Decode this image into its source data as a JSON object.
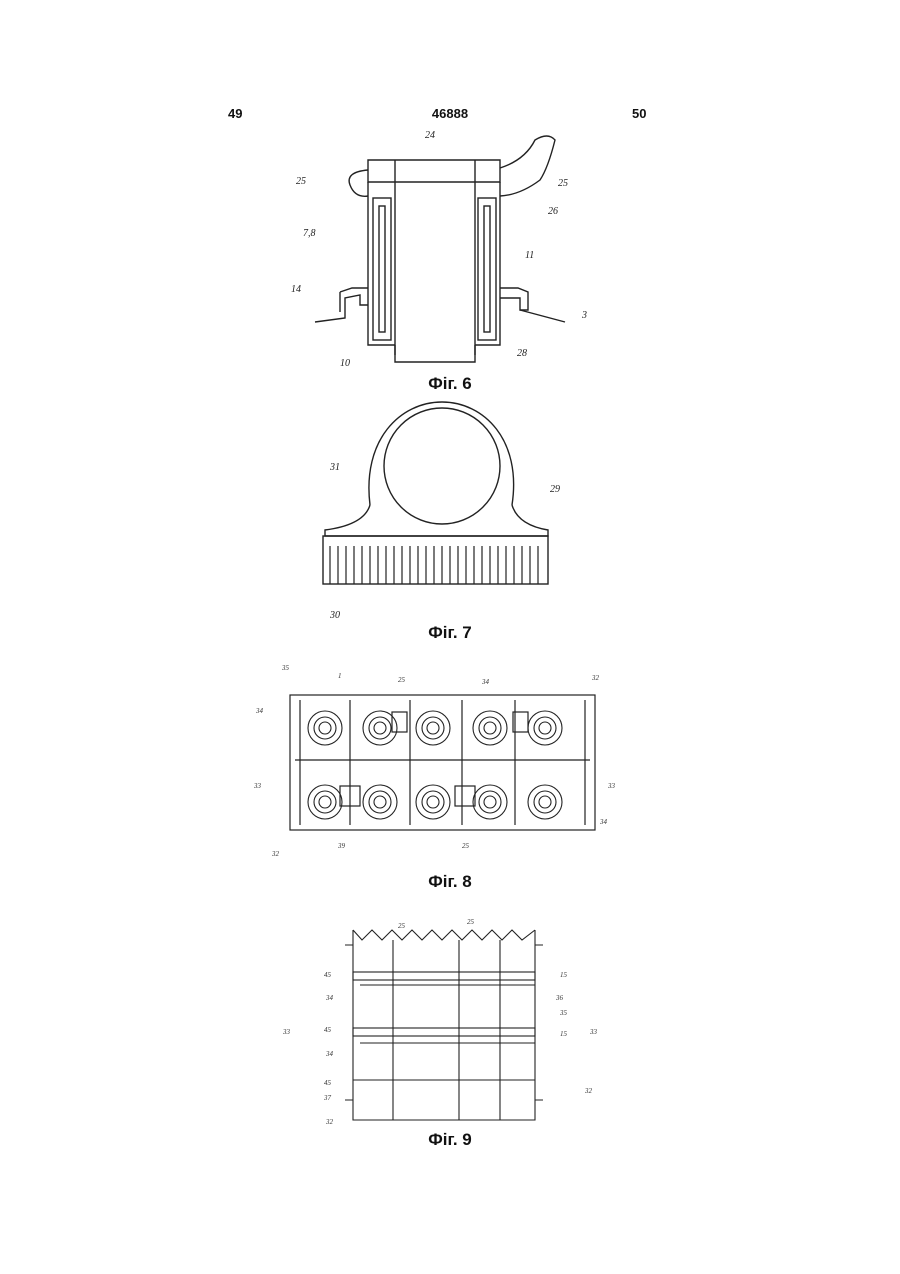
{
  "header": {
    "left_page": "49",
    "document_number": "46888",
    "right_page": "50"
  },
  "figures": [
    {
      "caption": "Фіг. 6",
      "labels": [
        "24",
        "25",
        "25",
        "26",
        "7,8",
        "11",
        "14",
        "3",
        "10",
        "28"
      ]
    },
    {
      "caption": "Фіг. 7",
      "labels": [
        "31",
        "29",
        "30"
      ]
    },
    {
      "caption": "Фіг. 8",
      "labels": [
        "35",
        "1",
        "25",
        "34",
        "32",
        "34",
        "33",
        "33",
        "34",
        "32",
        "39",
        "25"
      ]
    },
    {
      "caption": "Фіг. 9",
      "labels": [
        "25",
        "25",
        "45",
        "15",
        "34",
        "36",
        "35",
        "45",
        "15",
        "33",
        "33",
        "34",
        "45",
        "32",
        "37",
        "32"
      ]
    }
  ]
}
